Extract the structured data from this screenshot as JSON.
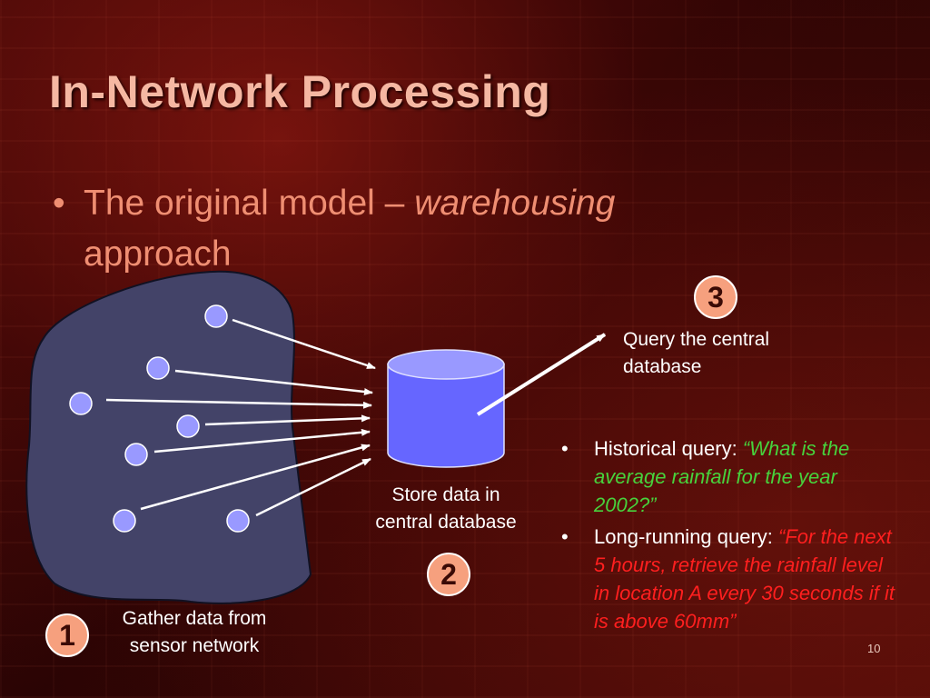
{
  "slide": {
    "title": "In-Network Processing",
    "bullet": {
      "text_plain": "The original model – ",
      "text_italic": "warehousing",
      "text_tail": " approach"
    },
    "steps": [
      {
        "number": "1",
        "label_line1": "Gather data from",
        "label_line2": "sensor network"
      },
      {
        "number": "2",
        "label_line1": "Store data in",
        "label_line2": "central database"
      },
      {
        "number": "3",
        "label_line1": "Query the central",
        "label_line2": "database"
      }
    ],
    "queries": [
      {
        "prefix": "Historical query: ",
        "example": "“What is the average rainfall for the year 2002?”",
        "color": "#47d23c"
      },
      {
        "prefix": "Long-running query: ",
        "example": "“For the next 5 hours, retrieve the rainfall level in location A every 30 seconds if it is above 60mm”",
        "color": "#ff1f1f"
      }
    ],
    "page_number": "10",
    "colors": {
      "title": "#f5b7a2",
      "bullet": "#ef8e72",
      "region": "#434368",
      "sensor": "#9999ff",
      "database": "#6666ff",
      "badge": "#f6a07e"
    }
  }
}
